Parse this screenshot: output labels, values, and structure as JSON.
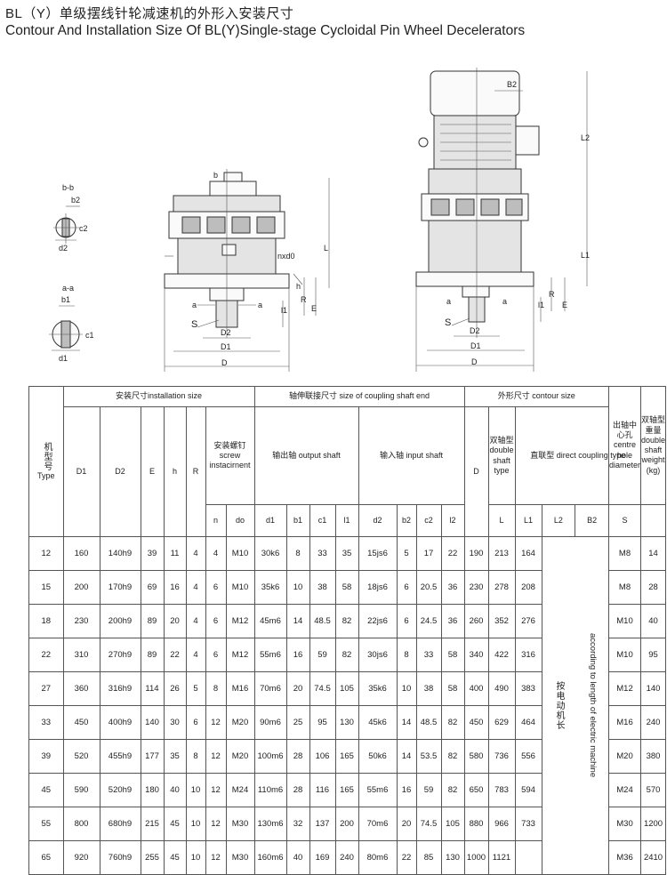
{
  "title": {
    "cn": "BL（Y）单级摆线针轮减速机的外形入安装尺寸",
    "en": "Contour And Installation Size Of BL(Y)Single-stage Cycloidal Pin Wheel Decelerators"
  },
  "drawing_labels": {
    "bb": "b-b",
    "b2": "b2",
    "c2": "c2",
    "d2": "d2",
    "aa": "a-a",
    "b1": "b1",
    "c1": "c1",
    "d1": "d1",
    "b": "b",
    "L": "L",
    "nxd0": "nxd0",
    "h": "h",
    "R": "R",
    "E": "E",
    "l1": "l1",
    "a": "a",
    "S": "S",
    "D2": "D2",
    "D1": "D1",
    "D": "D",
    "B2": "B2",
    "L2": "L2",
    "L1": "L1"
  },
  "table": {
    "header": {
      "type_cn": "机型号",
      "type_en": "Type",
      "install_group": "安装尺寸installation size",
      "shaft_group": "轴伸联接尺寸 size of coupling shaft end",
      "contour_group": "外形尺寸 contour size",
      "centre_hole": "出轴中心孔 centre hole diameter",
      "weight": "双轴型重量 double shaft weight (kg)",
      "D1": "D1",
      "D2": "D2",
      "E": "E",
      "h": "h",
      "R": "R",
      "screw": "安装螺钉 screw instacirnent",
      "output_shaft": "输出轴 output shaft",
      "input_shaft": "输入轴 input shaft",
      "D": "D",
      "double_shaft": "双轴型 double shaft type",
      "direct_coupling": "直联型 direct coupling type",
      "n": "n",
      "do": "do",
      "d1": "d1",
      "b1": "b1",
      "c1": "c1",
      "l1": "l1",
      "d2": "d2",
      "b2": "b2",
      "c2": "c2",
      "l2": "l2",
      "L": "L",
      "L1": "L1",
      "L2": "L2",
      "B2": "B2",
      "S": "S"
    },
    "note_cn": "按电动机长",
    "note_en": "according to length of electric machine",
    "rows": [
      [
        "12",
        "160",
        "140h9",
        "39",
        "11",
        "4",
        "4",
        "M10",
        "30k6",
        "8",
        "33",
        "35",
        "15js6",
        "5",
        "17",
        "22",
        "190",
        "213",
        "164",
        "M8",
        "14"
      ],
      [
        "15",
        "200",
        "170h9",
        "69",
        "16",
        "4",
        "6",
        "M10",
        "35k6",
        "10",
        "38",
        "58",
        "18js6",
        "6",
        "20.5",
        "36",
        "230",
        "278",
        "208",
        "M8",
        "28"
      ],
      [
        "18",
        "230",
        "200h9",
        "89",
        "20",
        "4",
        "6",
        "M12",
        "45m6",
        "14",
        "48.5",
        "82",
        "22js6",
        "6",
        "24.5",
        "36",
        "260",
        "352",
        "276",
        "M10",
        "40"
      ],
      [
        "22",
        "310",
        "270h9",
        "89",
        "22",
        "4",
        "6",
        "M12",
        "55m6",
        "16",
        "59",
        "82",
        "30js6",
        "8",
        "33",
        "58",
        "340",
        "422",
        "316",
        "M10",
        "95"
      ],
      [
        "27",
        "360",
        "316h9",
        "114",
        "26",
        "5",
        "8",
        "M16",
        "70m6",
        "20",
        "74.5",
        "105",
        "35k6",
        "10",
        "38",
        "58",
        "400",
        "490",
        "383",
        "M12",
        "140"
      ],
      [
        "33",
        "450",
        "400h9",
        "140",
        "30",
        "6",
        "12",
        "M20",
        "90m6",
        "25",
        "95",
        "130",
        "45k6",
        "14",
        "48.5",
        "82",
        "450",
        "629",
        "464",
        "M16",
        "240"
      ],
      [
        "39",
        "520",
        "455h9",
        "177",
        "35",
        "8",
        "12",
        "M20",
        "100m6",
        "28",
        "106",
        "165",
        "50k6",
        "14",
        "53.5",
        "82",
        "580",
        "736",
        "556",
        "M20",
        "380"
      ],
      [
        "45",
        "590",
        "520h9",
        "180",
        "40",
        "10",
        "12",
        "M24",
        "110m6",
        "28",
        "116",
        "165",
        "55m6",
        "16",
        "59",
        "82",
        "650",
        "783",
        "594",
        "M24",
        "570"
      ],
      [
        "55",
        "800",
        "680h9",
        "215",
        "45",
        "10",
        "12",
        "M30",
        "130m6",
        "32",
        "137",
        "200",
        "70m6",
        "20",
        "74.5",
        "105",
        "880",
        "966",
        "733",
        "M30",
        "1200"
      ],
      [
        "65",
        "920",
        "760h9",
        "255",
        "45",
        "10",
        "12",
        "M30",
        "160m6",
        "40",
        "169",
        "240",
        "80m6",
        "22",
        "85",
        "130",
        "1000",
        "1121",
        "",
        "M36",
        "2410"
      ]
    ]
  }
}
